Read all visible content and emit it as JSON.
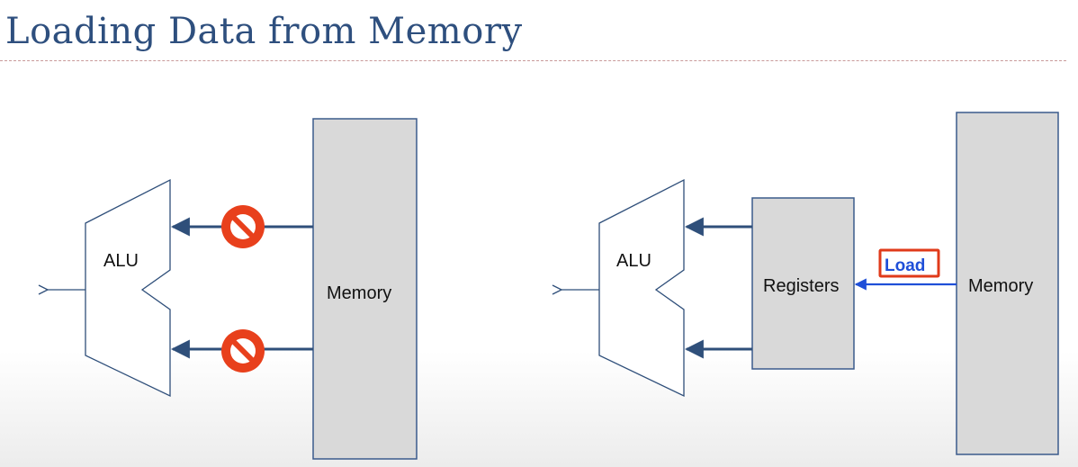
{
  "slide": {
    "title": "Loading Data from Memory"
  },
  "left_diagram": {
    "alu_label": "ALU",
    "memory_label": "Memory"
  },
  "right_diagram": {
    "alu_label": "ALU",
    "registers_label": "Registers",
    "memory_label": "Memory",
    "load_label": "Load"
  },
  "colors": {
    "title": "#2e4f7e",
    "arrow": "#2f4f7a",
    "box_fill": "#d9d9d9",
    "box_stroke": "#3b5b8c",
    "prohibit": "#e8401c",
    "load_arrow": "#1f4fd8",
    "load_box": "#e03a1a"
  }
}
